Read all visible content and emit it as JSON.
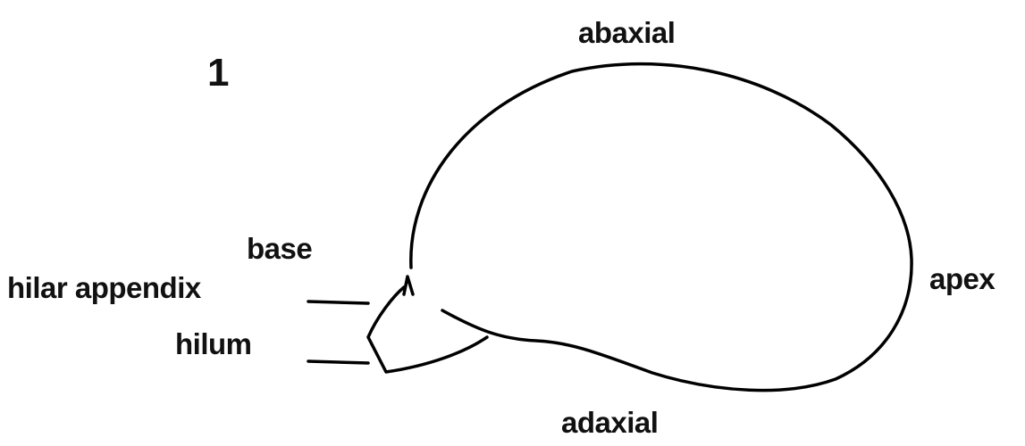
{
  "figure": {
    "number": "1",
    "labels": {
      "abaxial": "abaxial",
      "base": "base",
      "hilar_appendix": "hilar appendix",
      "hilum": "hilum",
      "apex": "apex",
      "adaxial": "adaxial"
    }
  }
}
